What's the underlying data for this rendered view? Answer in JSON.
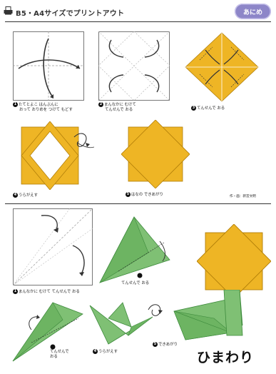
{
  "header": {
    "title": "B5・A4サイズでプリントアウト",
    "badge": "あにめ"
  },
  "steps_top": [
    {
      "num": "1",
      "text_line1": "たてとよこ はんぶんに",
      "text_line2": "おって おりめを つけて もどす"
    },
    {
      "num": "2",
      "text_line1": "まんなかに むけて",
      "text_line2": "てんせんで おる"
    },
    {
      "num": "3",
      "text_line1": "てんせんで おる"
    },
    {
      "num": "4",
      "text_line1": "うらがえす"
    },
    {
      "num": "5",
      "text_line1": "はなの できあがり"
    }
  ],
  "credit": "作・画：新宮文明",
  "steps_bottom": [
    {
      "num": "1",
      "text_line1": "まんなかに むけて てんせんで おる"
    },
    {
      "num": "2",
      "text_line1": "てんせんで おる"
    },
    {
      "num": "3",
      "text_line1": "てんせんで",
      "text_line2": "おる"
    },
    {
      "num": "4",
      "text_line1": "うらがえす"
    },
    {
      "num": "5",
      "text_line1": "できあがり"
    }
  ],
  "flower_name": "ひまわり",
  "colors": {
    "yellow": "#eeb525",
    "yellow_dark": "#d49a14",
    "green": "#7fc074",
    "green_dark": "#3d8a3c",
    "badge": "#8d86c8"
  }
}
